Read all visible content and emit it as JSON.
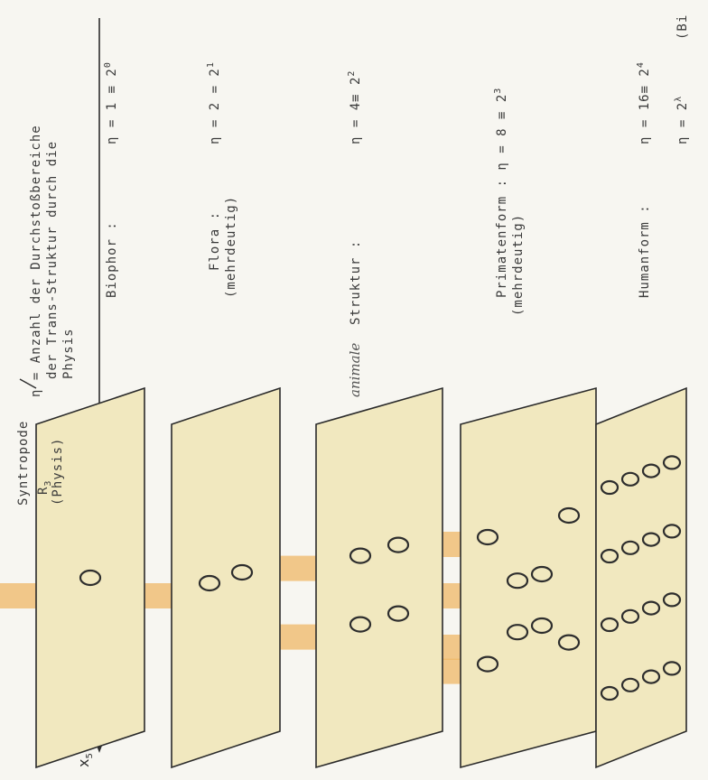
{
  "labels": {
    "syntropode": "Syntropode",
    "r3": "R",
    "r3_sub": "3",
    "physis": "(Physis)",
    "x5": "x",
    "x5_sub": "5"
  },
  "legend": {
    "eta_def": "η = Anzahl der Durchstoßbereiche",
    "eta_def2": "der Trans-Struktur durch die",
    "eta_def3": "Physis"
  },
  "rows": [
    {
      "name": "Biophor :",
      "sub": "",
      "eq": "η = 1 ≡ 2",
      "exp": "0",
      "holes": 1
    },
    {
      "name": "Flora :",
      "sub": "(mehrdeutig)",
      "eq": "η = 2 = 2",
      "exp": "1",
      "holes": 2
    },
    {
      "name_hand": "animale",
      "name": "Struktur :",
      "sub": "",
      "eq": "η = 4≡ 2",
      "exp": "2",
      "holes": 4
    },
    {
      "name": "Primatenform : η = 8 ≡ 2",
      "sub": "(mehrdeutig)",
      "eq": "",
      "exp": "3",
      "holes": 8
    },
    {
      "name": "Humanform :",
      "sub": "",
      "eq": "η = 16≡ 2",
      "exp": "4",
      "holes": 16,
      "eq2": "η = 2",
      "exp2": "λ",
      "paren": "(Bi"
    }
  ],
  "colors": {
    "plane": "#f1e8bf",
    "plane_stroke": "#2a2a2a",
    "trace": "#efb766",
    "ink": "#2d2d2d"
  }
}
